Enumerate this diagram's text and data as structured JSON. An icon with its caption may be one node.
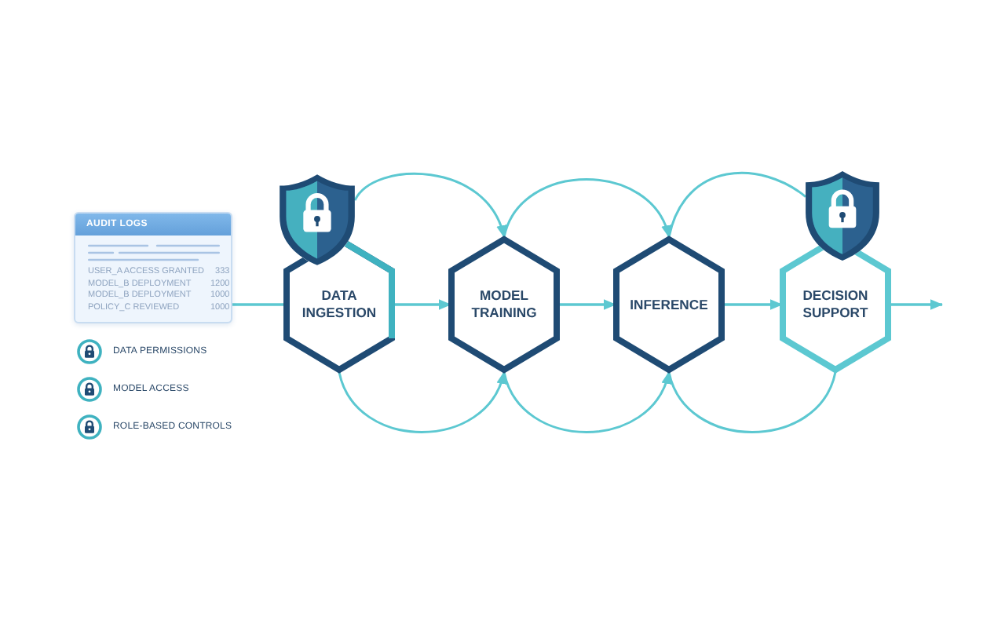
{
  "diagram": {
    "nodes": [
      {
        "text": [
          "AUDIT LOGS",
          "USER_A ACCESS GRANTED",
          "333",
          "MODEL_B DEPLOYMENT",
          "1200",
          "MODEL_B DEPLOYMENT",
          "1000",
          "POLICY_C REVIEWED",
          "1000"
        ]
      },
      {
        "text": [
          "DATA INGESTION"
        ]
      },
      {
        "text": [],
        "shape": "shield"
      },
      {
        "text": [
          "MODEL TRAINING"
        ]
      },
      {
        "text": [
          "INFERENCE"
        ]
      },
      {
        "text": [
          "DECISION SUPPORT"
        ]
      },
      {
        "text": [],
        "shape": "shield"
      }
    ],
    "edges": [
      {
        "from": 0,
        "to": 1,
        "arrow": "none"
      },
      {
        "from": 1,
        "to": 3,
        "arrow": "to"
      },
      {
        "from": 3,
        "to": 4,
        "arrow": "to"
      },
      {
        "from": 4,
        "to": 5,
        "arrow": "to"
      },
      {
        "from": 5,
        "to": null,
        "arrow": "to"
      },
      {
        "from": 2,
        "to": 3,
        "arrow": "to"
      },
      {
        "from": 3,
        "to": 4,
        "arrow": "to"
      },
      {
        "from": 4,
        "to": 6,
        "arrow": "none"
      },
      {
        "from": 1,
        "to": 3,
        "arrow": "to"
      },
      {
        "from": 3,
        "to": 4,
        "arrow": "to"
      },
      {
        "from": 4,
        "to": 5,
        "arrow": "none"
      }
    ],
    "legend": [
      {
        "text": "DATA PERMISSIONS"
      },
      {
        "text": "MODEL ACCESS"
      },
      {
        "text": "ROLE-BASED CONTROLS"
      }
    ]
  }
}
